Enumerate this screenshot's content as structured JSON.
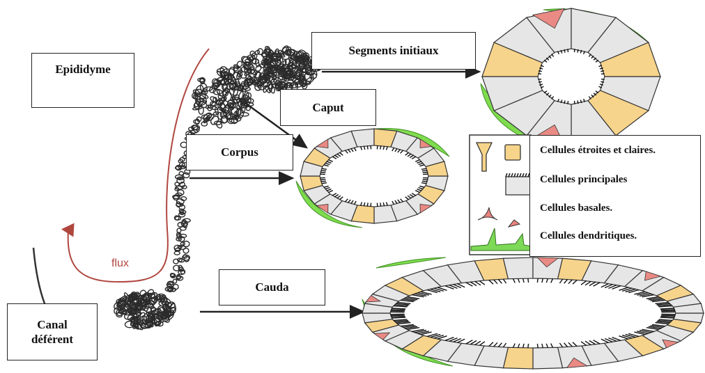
{
  "labels": {
    "epididyme": "Epididyme",
    "segments_initiaux": "Segments initiaux",
    "caput": "Caput",
    "corpus": "Corpus",
    "cauda": "Cauda",
    "canal_deferent_line1": "Canal",
    "canal_deferent_line2": "déférent",
    "flux": "flux"
  },
  "legend": {
    "items": [
      {
        "label": "Cellules étroites et claires.",
        "icon": "narrow-clear-cell-icon",
        "color": "#f6d48a"
      },
      {
        "label": "Cellules principales",
        "icon": "principal-cell-icon",
        "color": "#e8e8e8"
      },
      {
        "label": "Cellules basales.",
        "icon": "basal-cell-icon",
        "color": "#e9837e"
      },
      {
        "label": "Cellules dendritiques.",
        "icon": "dendritic-cell-icon",
        "color": "#7ed957"
      }
    ]
  },
  "colors": {
    "principal": "#e6e6e6",
    "clear": "#f7d48c",
    "basal": "#ea8a84",
    "dendritic": "#7fdc4e",
    "flux_arrow": "#b0473f",
    "outline": "#222222"
  }
}
